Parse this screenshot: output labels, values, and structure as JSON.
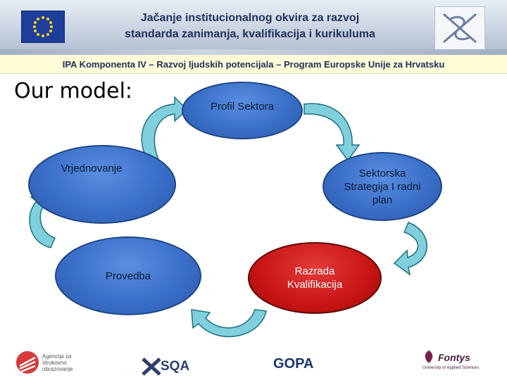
{
  "header": {
    "title_line1": "Jačanje institucionalnog okvira za razvoj",
    "title_line2": "standarda zanimanja, kvalifikacija i kurikuluma",
    "subtitle": "IPA Komponenta IV – Razvoj ljudskih potencijala – Program Europske Unije za Hrvatsku"
  },
  "slide": {
    "title": "Our model:"
  },
  "cycle": [
    {
      "label": "Profil Sektora",
      "color": "#3a6fc9"
    },
    {
      "label": "Sektorska Strategija I radni plan",
      "color": "#3a6fc9"
    },
    {
      "label": "Razrada Kvalifikacija",
      "color": "#c81414"
    },
    {
      "label": "Provedba",
      "color": "#3a6fc9"
    },
    {
      "label": "Vrjednovanje",
      "color": "#3a6fc9"
    }
  ],
  "footer": {
    "agencija": "Agencija za strukovno obrazovanje",
    "sqa": "SQA",
    "gopa": "GOPA",
    "fontys": "Fontys",
    "fontys_sub": "University of Applied Sciences"
  },
  "colors": {
    "arrow_fill": "#7fd0dc",
    "arrow_stroke": "#1f6f80"
  }
}
